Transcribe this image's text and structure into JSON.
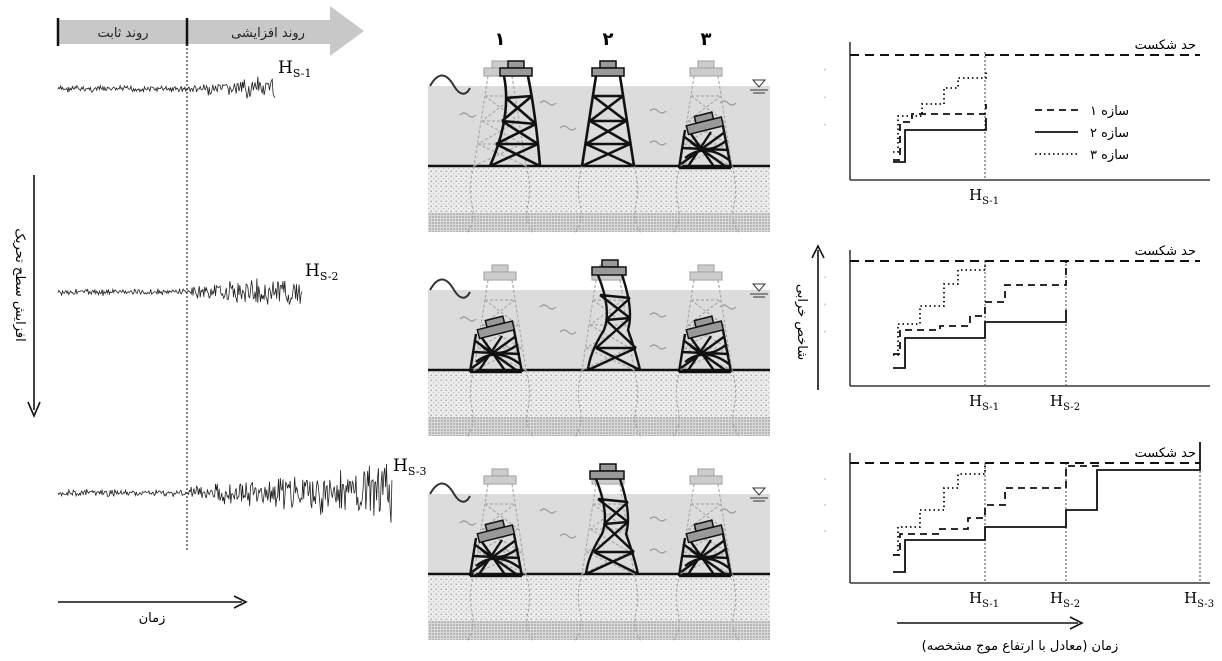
{
  "phase_bar": {
    "constant_label": "روند ثابت",
    "increasing_label": "روند افزایشی"
  },
  "left_panel": {
    "vertical_axis_label": "افزایش سطح تحریک",
    "time_label": "زمان",
    "records": [
      {
        "label": "S-1",
        "amplitude": 0.33
      },
      {
        "label": "S-2",
        "amplitude": 0.55
      },
      {
        "label": "S-3",
        "amplitude": 1.0
      }
    ]
  },
  "structures": {
    "numbers": [
      "۱",
      "۲",
      "۳"
    ]
  },
  "right_panel": {
    "break_label": "حد شکست",
    "damage_axis_label": "شاخص خرابی",
    "time_axis_label": "زمان (معادل با ارتفاع موج مشخصه)",
    "legend": [
      {
        "label": "سازه ۱",
        "style": "dashed"
      },
      {
        "label": "سازه ۲",
        "style": "solid"
      },
      {
        "label": "سازه ۳",
        "style": "dotted"
      }
    ],
    "tick_labels": [
      "S-1",
      "S-2",
      "S-3"
    ]
  },
  "colors": {
    "ink": "#111111",
    "water": "#dcdcdc",
    "soil": "#e6e6e6",
    "ghost": "#b0b0b0",
    "arrow_fill": "#cfcfcf"
  }
}
